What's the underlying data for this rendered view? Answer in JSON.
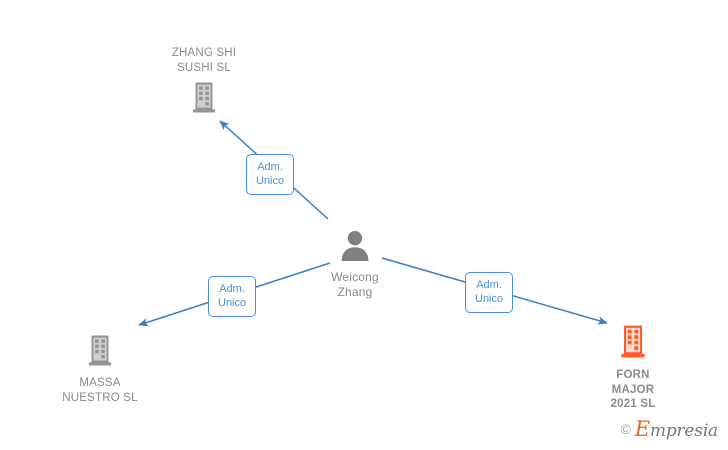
{
  "graph": {
    "center": {
      "id": "person-weicong-zhang",
      "icon": "person-icon",
      "label": "Weicong\nZhang",
      "color": "#808080"
    },
    "companies": [
      {
        "id": "company-zhang-shi-sushi",
        "icon": "building-icon",
        "label": "ZHANG SHI\nSUSHI  SL",
        "color": "#949494",
        "bold": false
      },
      {
        "id": "company-massa-nuestro",
        "icon": "building-icon",
        "label": "MASSA\nNUESTRO  SL",
        "color": "#949494",
        "bold": false
      },
      {
        "id": "company-forn-major-2021",
        "icon": "building-icon",
        "label": "FORN\nMAJOR\n2021  SL",
        "color": "#FF5A2B",
        "bold": true
      }
    ],
    "edges": [
      {
        "id": "edge-to-zhang-shi-sushi",
        "label": "Adm.\nUnico",
        "from": "person-weicong-zhang",
        "to": "company-zhang-shi-sushi"
      },
      {
        "id": "edge-to-massa-nuestro",
        "label": "Adm.\nUnico",
        "from": "person-weicong-zhang",
        "to": "company-massa-nuestro"
      },
      {
        "id": "edge-to-forn-major-2021",
        "label": "Adm.\nUnico",
        "from": "person-weicong-zhang",
        "to": "company-forn-major-2021"
      }
    ],
    "edge_color": "#3D7FC1",
    "label_color": "#4A90D9"
  },
  "watermark": {
    "copyright": "©",
    "brand_initial": "E",
    "brand_rest": "mpresia"
  }
}
